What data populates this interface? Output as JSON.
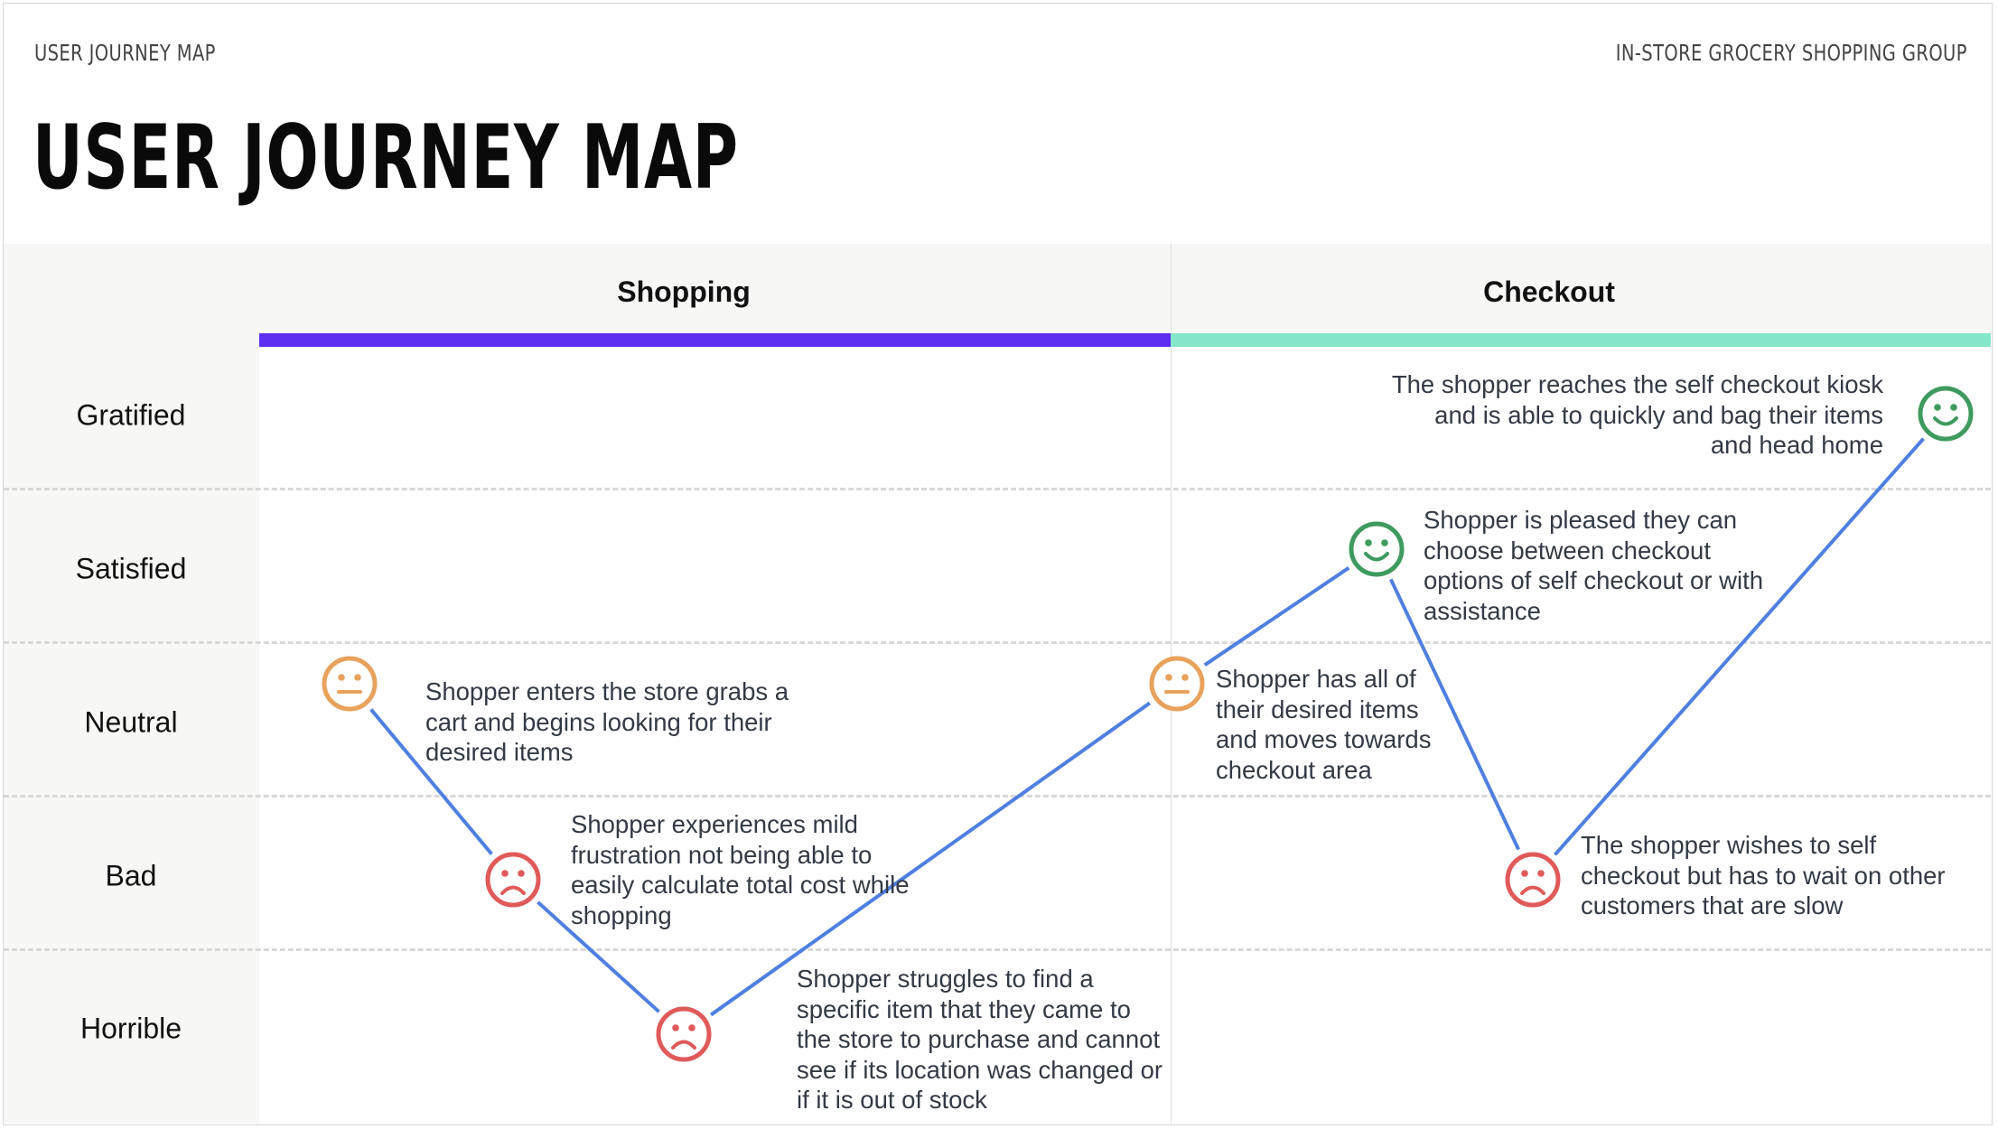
{
  "header": {
    "top_left": "USER JOURNEY MAP",
    "top_right": "IN-STORE GROCERY SHOPPING GROUP",
    "title": "USER JOURNEY MAP"
  },
  "phases": [
    {
      "name": "Shopping",
      "color": "#5b2ef0"
    },
    {
      "name": "Checkout",
      "color": "#84e6c8"
    }
  ],
  "levels": [
    "Gratified",
    "Satisfied",
    "Neutral",
    "Bad",
    "Horrible"
  ],
  "colors": {
    "line": "#4f7fe0",
    "neutral_face": "#e8a25c",
    "bad_face": "#e05a5a",
    "good_face": "#3e9a5e"
  },
  "chart_data": {
    "type": "line",
    "series": [
      {
        "points": [
          {
            "step": 1,
            "phase": "Shopping",
            "level": "Neutral",
            "face": "neutral-icon",
            "note": "Shopper enters the store grabs a cart and begins looking for their desired items"
          },
          {
            "step": 2,
            "phase": "Shopping",
            "level": "Bad",
            "face": "sad-icon",
            "note": "Shopper experiences mild frustration not being able to easily calculate total cost while shopping"
          },
          {
            "step": 3,
            "phase": "Shopping",
            "level": "Horrible",
            "face": "sad-icon",
            "note": "Shopper struggles to find a specific item that they came to the store to purchase and cannot see if its location was changed or if it is out of stock"
          },
          {
            "step": 4,
            "phase": "Checkout",
            "level": "Neutral",
            "face": "neutral-icon",
            "note": "Shopper has all of their desired items and moves towards checkout area"
          },
          {
            "step": 5,
            "phase": "Checkout",
            "level": "Satisfied",
            "face": "smile-icon",
            "note": "Shopper is pleased they can choose between checkout options of self checkout or with assistance"
          },
          {
            "step": 6,
            "phase": "Checkout",
            "level": "Bad",
            "face": "sad-icon",
            "note": "The shopper wishes to self checkout but has to wait on other customers that are slow"
          },
          {
            "step": 7,
            "phase": "Checkout",
            "level": "Gratified",
            "face": "smile-icon",
            "note": "The shopper reaches the self checkout kiosk and is able to quickly and bag their items and head home"
          }
        ]
      }
    ]
  }
}
